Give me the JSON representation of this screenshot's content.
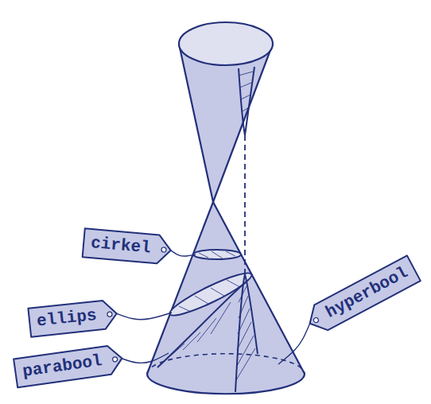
{
  "diagram": {
    "nodes": [
      {
        "text": [
          "cirkel"
        ]
      },
      {
        "text": [
          "hyperbool"
        ]
      },
      {
        "text": [
          "ellips"
        ]
      },
      {
        "text": [
          "parabool"
        ]
      }
    ]
  }
}
